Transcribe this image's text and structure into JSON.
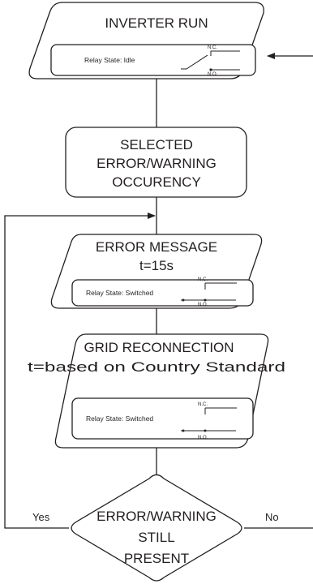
{
  "nodes": {
    "inverter_run": {
      "title": "INVERTER RUN",
      "relay_state": "Relay State: Idle",
      "nc": "N.C.",
      "no": "N.O."
    },
    "selected_error": {
      "line1": "SELECTED",
      "line2": "ERROR/WARNING",
      "line3": "OCCURENCY"
    },
    "error_message": {
      "title": "ERROR MESSAGE",
      "subtitle": "t=15s",
      "relay_state": "Relay State: Switched",
      "nc": "N.C.",
      "no": "N.O."
    },
    "grid_reconnection": {
      "title": "GRID RECONNECTION",
      "subtitle": "t=based on Country Standard",
      "relay_state": "Relay State: Switched",
      "nc": "N.C.",
      "no": "N.O."
    },
    "decision": {
      "line1": "ERROR/WARNING",
      "line2": "STILL",
      "line3": "PRESENT"
    }
  },
  "branches": {
    "yes": "Yes",
    "no": "No"
  }
}
